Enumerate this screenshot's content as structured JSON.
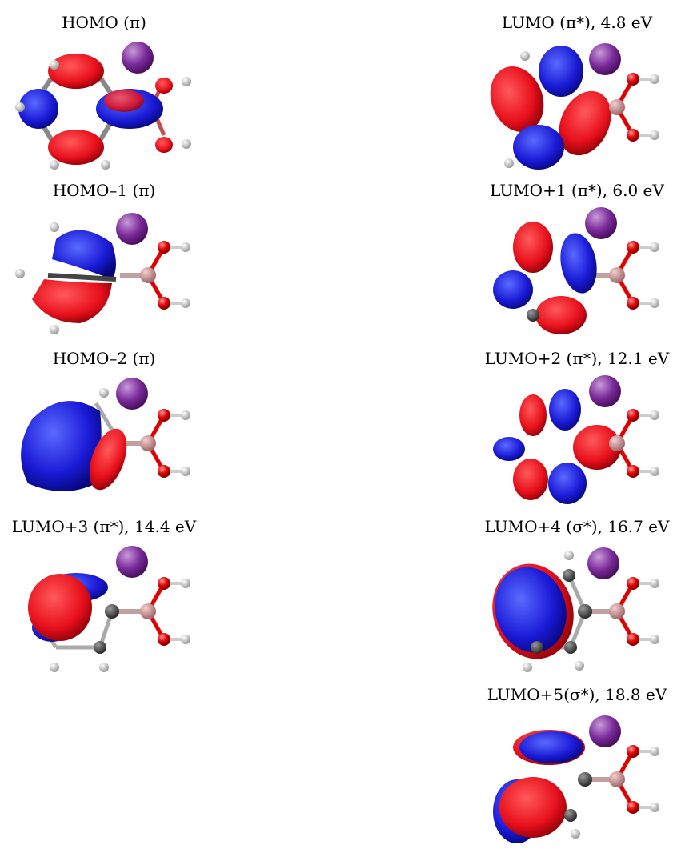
{
  "orbitals": [
    {
      "label": "HOMO (π)",
      "atom_colors": {
        "carbon": "#4a4a4a",
        "hydrogen": "#d9d9d9",
        "oxygen": "#e00000",
        "boron": "#d09090",
        "potassium": "#7a2b9a"
      }
    },
    {
      "label": "LUMO (π*), 4.8 eV"
    },
    {
      "label": "HOMO–1 (π)"
    },
    {
      "label": "LUMO+1 (π*), 6.0 eV"
    },
    {
      "label": "HOMO–2 (π)"
    },
    {
      "label": "LUMO+2 (π*), 12.1 eV"
    },
    {
      "label": "LUMO+3 (π*), 14.4 eV"
    },
    {
      "label": "LUMO+4 (σ*), 16.7 eV"
    },
    {
      "label": "LUMO+5(σ*), 18.8 eV"
    }
  ],
  "lobe_colors": {
    "positive": "#e8101c",
    "negative": "#1a1ad6"
  }
}
